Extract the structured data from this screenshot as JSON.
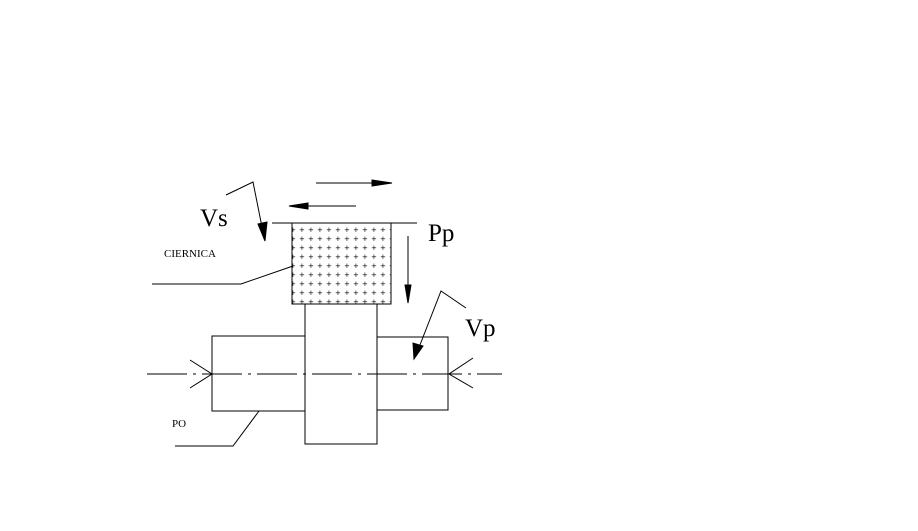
{
  "labels": {
    "vs": "Vs",
    "pp": "Pp",
    "vp": "Vp",
    "grinding_wheel": "CIERNICA",
    "workpiece": "PO"
  }
}
